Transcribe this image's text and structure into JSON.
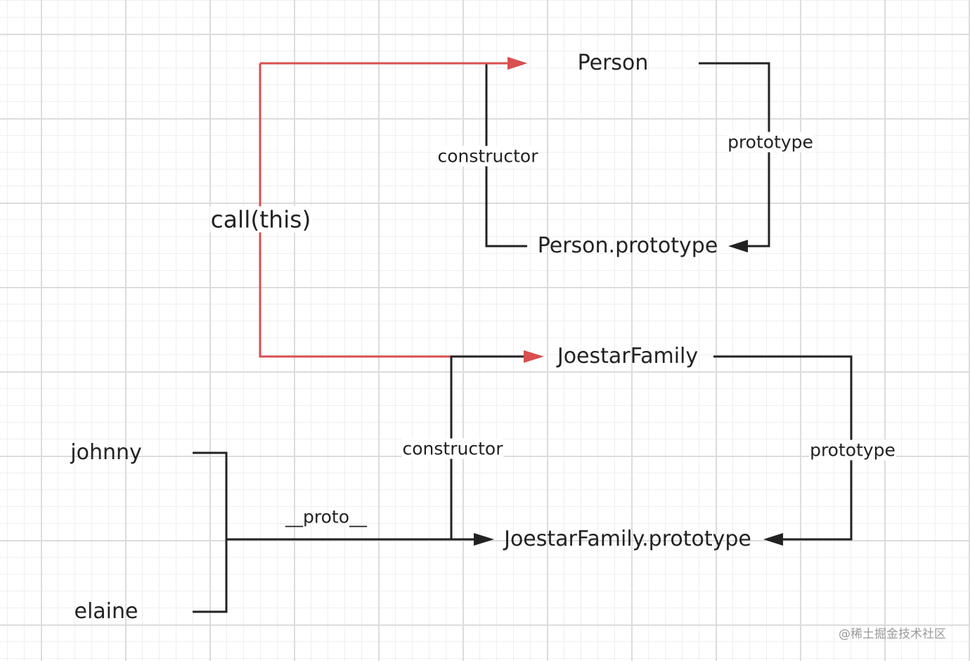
{
  "nodes": {
    "person": "Person",
    "person_prototype": "Person.prototype",
    "joestar_family": "JoestarFamily",
    "joestar_family_prototype": "JoestarFamily.prototype",
    "johnny": "johnny",
    "elaine": "elaine"
  },
  "edges": {
    "person_constructor": "constructor",
    "person_prototype_link": "prototype",
    "call_this": "call(this)",
    "joestar_constructor": "constructor",
    "joestar_prototype_link": "prototype",
    "proto": "__proto__"
  },
  "colors": {
    "line": "#222222",
    "call_line": "#d94f4f"
  },
  "watermark": "@稀土掘金技术社区"
}
